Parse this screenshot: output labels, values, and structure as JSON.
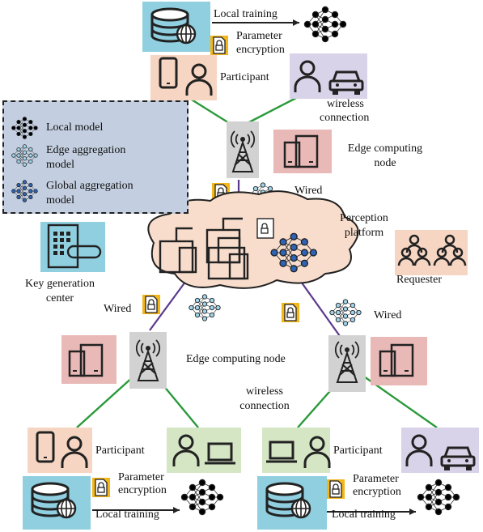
{
  "colors": {
    "db_bg": "#8fcfe0",
    "participant_bg": "#f6d5c2",
    "device_bg": "#d8d3e8",
    "laptop_bg": "#d5e6c5",
    "node_bg": "#e8b9b6",
    "tower_bg": "#d2d2d2",
    "lock_bg": "#f3b61b",
    "legend_bg": "#c3cfe0",
    "requester_bg": "#f6d5c2",
    "keygen_bg": "#8fcfe0",
    "cloud_bg": "#f8ddcc",
    "wireless_line": "#2a9a3a",
    "wired_line": "#5a3a8c"
  },
  "legend": {
    "local_model": "Local model",
    "edge_model_1": "Edge aggregation",
    "edge_model_2": "model",
    "global_model_1": "Global aggregation",
    "global_model_2": "model"
  },
  "top": {
    "local_training": "Local training",
    "param_enc_1": "Parameter",
    "param_enc_2": "encryption",
    "participant": "Participant",
    "wireless_1": "wireless",
    "wireless_2": "connection",
    "edge_node_1": "Edge computing",
    "edge_node_2": "node",
    "wired": "Wired"
  },
  "center": {
    "perception_1": "Perception",
    "perception_2": "platform",
    "requester": "Requester",
    "keygen_1": "Key generation",
    "keygen_2": "center"
  },
  "middle": {
    "wired_left": "Wired",
    "wired_right": "Wired",
    "edge_node": "Edge computing node",
    "wireless_1": "wireless",
    "wireless_2": "connection"
  },
  "bottom_left": {
    "participant": "Participant",
    "param_enc_1": "Parameter",
    "param_enc_2": "encryption",
    "local_training": "Local training"
  },
  "bottom_right": {
    "participant": "Participant",
    "param_enc_1": "Parameter",
    "param_enc_2": "encryption",
    "local_training": "Local training"
  }
}
